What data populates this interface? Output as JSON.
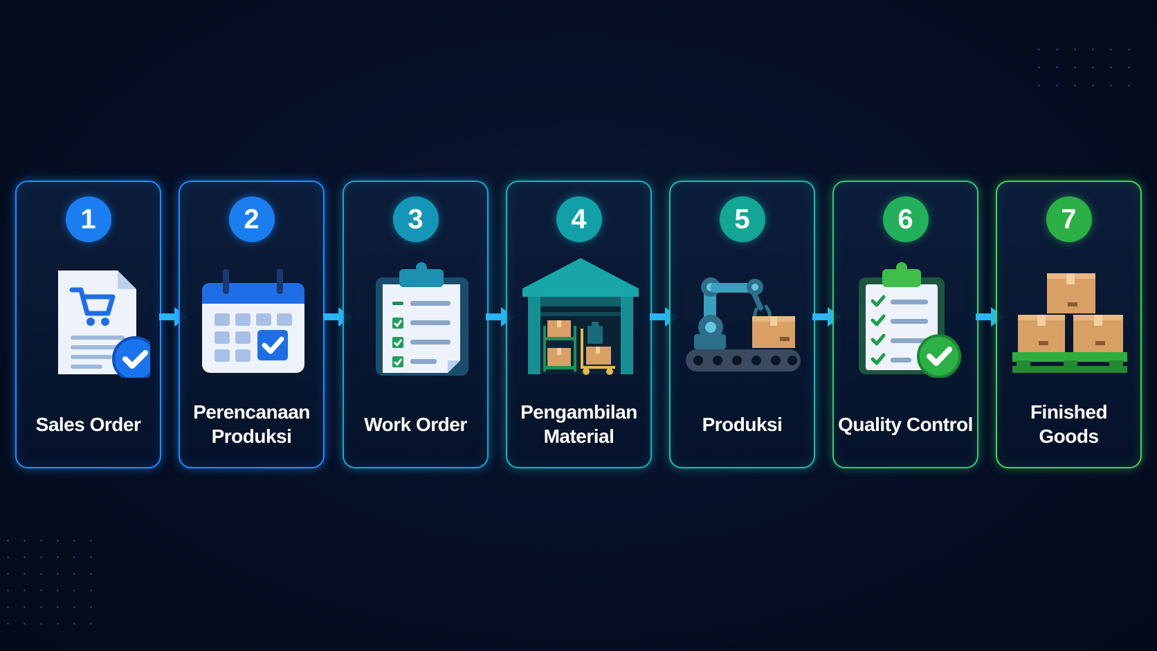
{
  "steps": [
    {
      "number": "1",
      "label": "Sales Order",
      "icon": "shopping-cart-document-icon",
      "accent": "#1f8fff",
      "badge": "#1a7ef0"
    },
    {
      "number": "2",
      "label": "Perencanaan\nProduksi",
      "icon": "calendar-check-icon",
      "accent": "#1f8fff",
      "badge": "#1a7ef0"
    },
    {
      "number": "3",
      "label": "Work Order",
      "icon": "clipboard-checklist-icon",
      "accent": "#15a9d6",
      "badge": "#1596b8"
    },
    {
      "number": "4",
      "label": "Pengambilan\nMaterial",
      "icon": "warehouse-icon",
      "accent": "#17b5c2",
      "badge": "#12a0a8"
    },
    {
      "number": "5",
      "label": "Produksi",
      "icon": "robot-arm-conveyor-icon",
      "accent": "#18bfae",
      "badge": "#13a694"
    },
    {
      "number": "6",
      "label": "Quality Control",
      "icon": "quality-checklist-icon",
      "accent": "#2ccf7c",
      "badge": "#23b05a"
    },
    {
      "number": "7",
      "label": "Finished Goods",
      "icon": "boxes-on-pallet-icon",
      "accent": "#3fd85a",
      "badge": "#2bb046"
    }
  ],
  "colors": {
    "arrow": "#29b6f6",
    "background": "#061027"
  }
}
